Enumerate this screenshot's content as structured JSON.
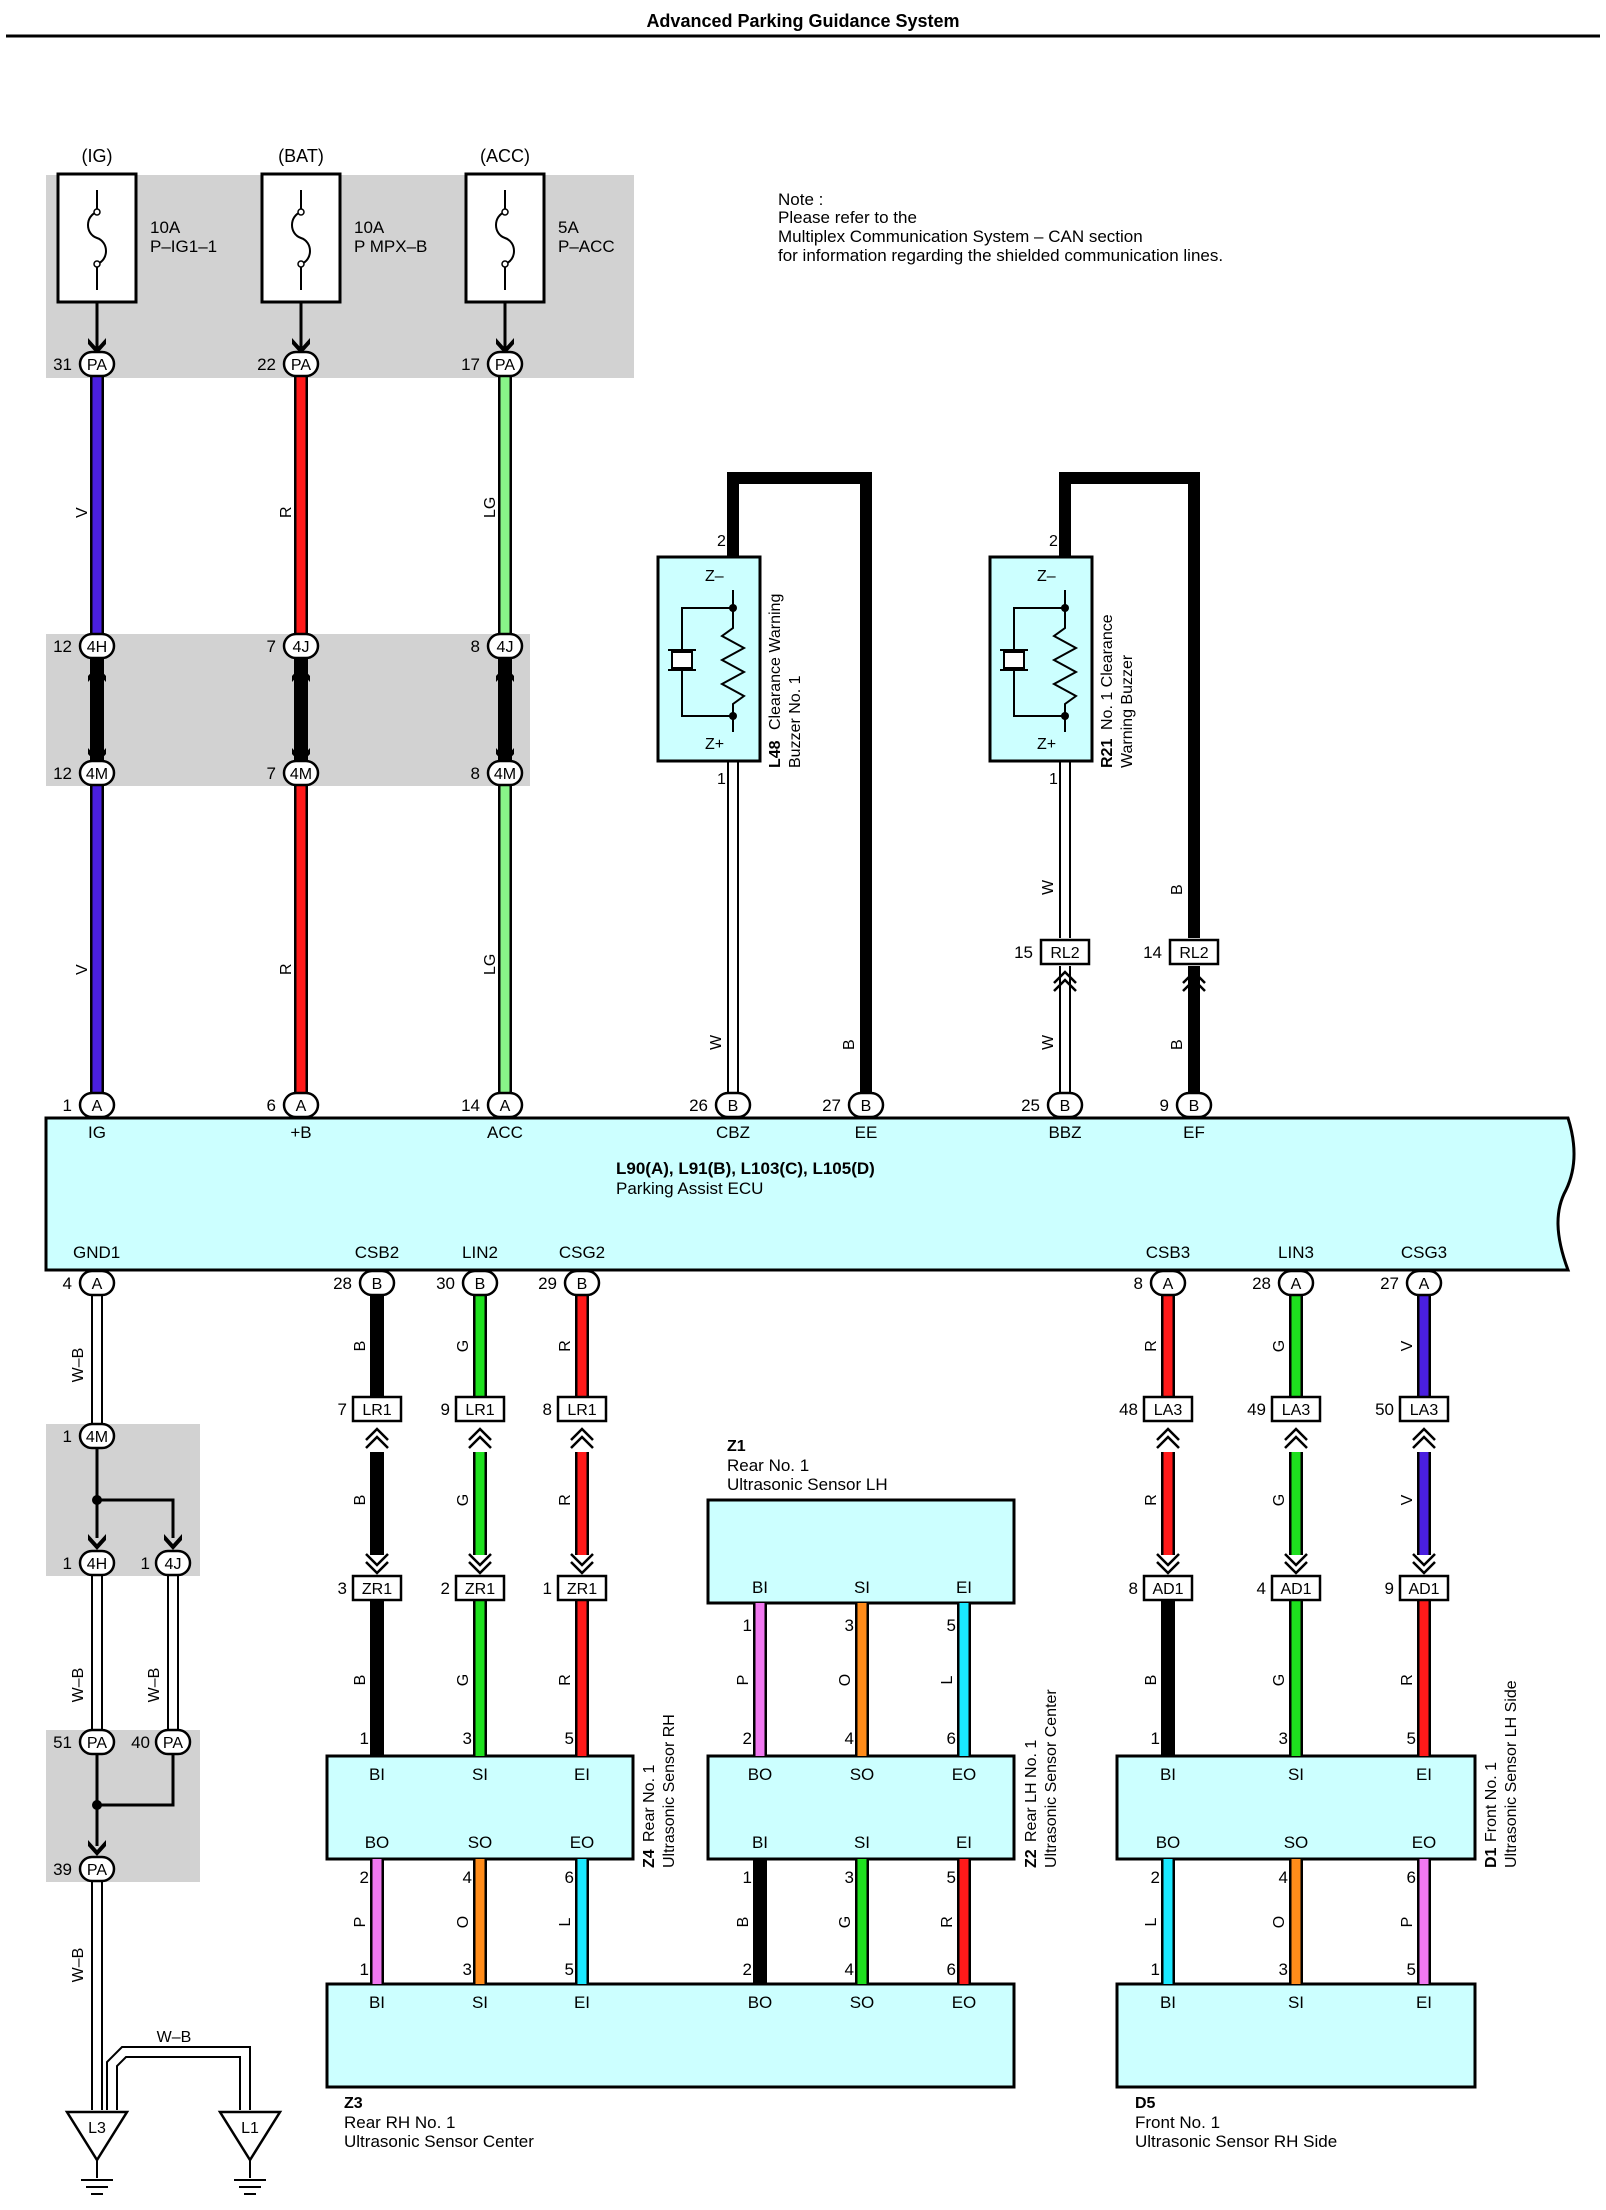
{
  "title": "Advanced Parking Guidance System",
  "note": {
    "lines": [
      "Note :",
      "Please refer to the",
      "Multiplex Communication System – CAN section",
      "for information regarding the shielded communication lines."
    ]
  },
  "fuses": [
    {
      "source": "(IG)",
      "amp": "10A",
      "name": "P–IG1–1",
      "pin": "31",
      "conn": "PA"
    },
    {
      "source": "(BAT)",
      "amp": "10A",
      "name": "P MPX–B",
      "pin": "22",
      "conn": "PA"
    },
    {
      "source": "(ACC)",
      "amp": "5A",
      "name": "P–ACC",
      "pin": "17",
      "conn": "PA"
    }
  ],
  "wire_colors": {
    "V": "#4a1fe0",
    "R": "#ff1a1a",
    "LG": "#88f488",
    "G": "#1ee01e",
    "B": "#000000",
    "W": "#ffffff",
    "P": "#f078f0",
    "O": "#ff8c1a",
    "L": "#1ae8ff"
  },
  "power_wires": [
    {
      "code": "V",
      "upper_pin": "12",
      "upper_conn": "4H",
      "lower_pin": "12",
      "lower_conn": "4M",
      "ecu_pin": "1",
      "ecu_conn": "A",
      "ecu_label": "IG"
    },
    {
      "code": "R",
      "upper_pin": "7",
      "upper_conn": "4J",
      "lower_pin": "7",
      "lower_conn": "4M",
      "ecu_pin": "6",
      "ecu_conn": "A",
      "ecu_label": "+B"
    },
    {
      "code": "LG",
      "upper_pin": "8",
      "upper_conn": "4J",
      "lower_pin": "8",
      "lower_conn": "4M",
      "ecu_pin": "14",
      "ecu_conn": "A",
      "ecu_label": "ACC"
    }
  ],
  "buzzers": [
    {
      "id": "L48",
      "name_line1": "Clearance Warning",
      "name_line2": "Buzzer No. 1",
      "pin_top": "2",
      "pin_bottom": "1",
      "term_top": "Z–",
      "term_bottom": "Z+"
    },
    {
      "id": "R21",
      "name_line1": "No. 1 Clearance",
      "name_line2": "Warning Buzzer",
      "pin_top": "2",
      "pin_bottom": "1",
      "term_top": "Z–",
      "term_bottom": "Z+"
    }
  ],
  "buzzer_wires": [
    {
      "code": "W",
      "ecu_pin": "26",
      "ecu_conn": "B",
      "ecu_label": "CBZ"
    },
    {
      "code": "B",
      "ecu_pin": "27",
      "ecu_conn": "B",
      "ecu_label": "EE"
    },
    {
      "code": "W",
      "code2": "W",
      "mid_pin": "15",
      "mid_conn": "RL2",
      "ecu_pin": "25",
      "ecu_conn": "B",
      "ecu_label": "BBZ"
    },
    {
      "code": "B",
      "code2": "B",
      "mid_pin": "14",
      "mid_conn": "RL2",
      "ecu_pin": "9",
      "ecu_conn": "B",
      "ecu_label": "EF"
    }
  ],
  "ecu": {
    "name": "L90(A), L91(B), L103(C), L105(D)",
    "desc": "Parking Assist ECU",
    "gnd_label": "GND1",
    "gnd_pin": "4",
    "gnd_conn": "A"
  },
  "rear_group": [
    {
      "label": "CSB2",
      "ecu_pin": "28",
      "ecu_conn": "B",
      "code": "B",
      "j1_pin": "7",
      "j1_conn": "LR1",
      "j2_pin": "3",
      "j2_conn": "ZR1",
      "code2": "B",
      "code3": "B",
      "sensor_pin": "1"
    },
    {
      "label": "LIN2",
      "ecu_pin": "30",
      "ecu_conn": "B",
      "code": "G",
      "j1_pin": "9",
      "j1_conn": "LR1",
      "j2_pin": "2",
      "j2_conn": "ZR1",
      "code2": "G",
      "code3": "G",
      "sensor_pin": "3"
    },
    {
      "label": "CSG2",
      "ecu_pin": "29",
      "ecu_conn": "B",
      "code": "R",
      "j1_pin": "8",
      "j1_conn": "LR1",
      "j2_pin": "1",
      "j2_conn": "ZR1",
      "code2": "R",
      "code3": "R",
      "sensor_pin": "5"
    }
  ],
  "front_group": [
    {
      "label": "CSB3",
      "ecu_pin": "8",
      "ecu_conn": "A",
      "code": "R",
      "j1_pin": "48",
      "j1_conn": "LA3",
      "j2_pin": "8",
      "j2_conn": "AD1",
      "code2": "R",
      "code3": "B",
      "sensor_pin": "1"
    },
    {
      "label": "LIN3",
      "ecu_pin": "28",
      "ecu_conn": "A",
      "code": "G",
      "j1_pin": "49",
      "j1_conn": "LA3",
      "j2_pin": "4",
      "j2_conn": "AD1",
      "code2": "G",
      "code3": "G",
      "sensor_pin": "3"
    },
    {
      "label": "CSG3",
      "ecu_pin": "27",
      "ecu_conn": "A",
      "code": "V",
      "j1_pin": "50",
      "j1_conn": "LA3",
      "j2_pin": "9",
      "j2_conn": "AD1",
      "code2": "V",
      "code3": "R",
      "sensor_pin": "5"
    }
  ],
  "sensors": {
    "Z1": {
      "id": "Z1",
      "line1": "Rear No. 1",
      "line2": "Ultrasonic Sensor LH",
      "terms": [
        "BI",
        "SI",
        "EI"
      ],
      "pins": [
        "1",
        "3",
        "5"
      ],
      "codes": [
        "P",
        "O",
        "L"
      ],
      "pins_bottom": [
        "2",
        "4",
        "6"
      ]
    },
    "Z4": {
      "id": "Z4",
      "line1": "Rear No. 1",
      "line2": "Ultrasonic Sensor RH",
      "terms_top": [
        "BI",
        "SI",
        "EI"
      ],
      "terms_bottom": [
        "BO",
        "SO",
        "EO"
      ],
      "out_pins": [
        "2",
        "4",
        "6"
      ],
      "codes": [
        "P",
        "O",
        "L"
      ],
      "in_pins": [
        "1",
        "3",
        "5"
      ]
    },
    "Z2": {
      "id": "Z2",
      "line1": "Rear LH No. 1",
      "line2": "Ultrasonic Sensor Center",
      "terms_top": [
        "BO",
        "SO",
        "EO"
      ],
      "terms_bottom": [
        "BI",
        "SI",
        "EI"
      ],
      "out_pins": [
        "1",
        "3",
        "5"
      ],
      "codes": [
        "B",
        "G",
        "R"
      ],
      "in_pins": [
        "2",
        "4",
        "6"
      ]
    },
    "Z3": {
      "id": "Z3",
      "line1": "Rear RH No. 1",
      "line2": "Ultrasonic Sensor Center",
      "terms": [
        "BI",
        "SI",
        "EI",
        "BO",
        "SO",
        "EO"
      ]
    },
    "D1": {
      "id": "D1",
      "line1": "Front No. 1",
      "line2": "Ultrasonic Sensor LH Side",
      "terms_top": [
        "BI",
        "SI",
        "EI"
      ],
      "terms_bottom": [
        "BO",
        "SO",
        "EO"
      ],
      "out_pins": [
        "2",
        "4",
        "6"
      ],
      "codes": [
        "L",
        "O",
        "P"
      ],
      "in_pins": [
        "1",
        "3",
        "5"
      ]
    },
    "D5": {
      "id": "D5",
      "line1": "Front No. 1",
      "line2": "Ultrasonic Sensor RH Side",
      "terms": [
        "BI",
        "SI",
        "EI"
      ]
    }
  },
  "ground": {
    "code": "W–B",
    "j1_pin": "1",
    "j1_conn": "4M",
    "j2a_pin": "1",
    "j2a_conn": "4H",
    "j2b_pin": "1",
    "j2b_conn": "4J",
    "j3a_pin": "51",
    "j3a_conn": "PA",
    "j3b_pin": "40",
    "j3b_conn": "PA",
    "j4_pin": "39",
    "j4_conn": "PA",
    "points": [
      "L3",
      "L1"
    ]
  }
}
